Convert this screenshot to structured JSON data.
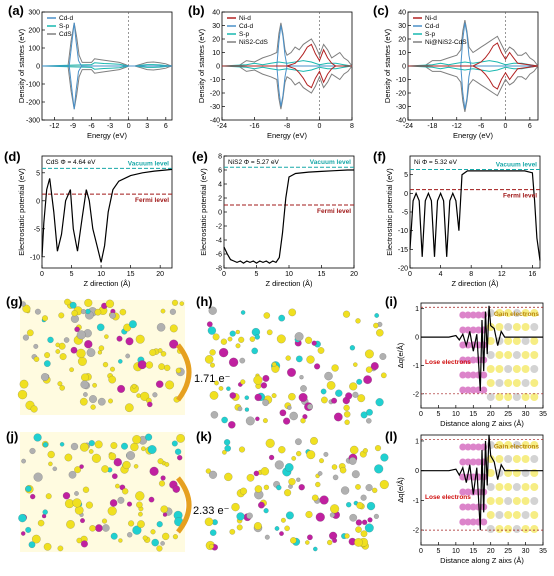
{
  "panel_labels": [
    "(a)",
    "(b)",
    "(c)",
    "(d)",
    "(e)",
    "(f)",
    "(g)",
    "(h)",
    "(i)",
    "(j)",
    "(k)",
    "(l)"
  ],
  "colors": {
    "cd_d": "#4a90c8",
    "s_p": "#19b8b0",
    "total": "#7f7f7f",
    "ni_d": "#b22222",
    "vacuum": "#18a8a8",
    "fermi": "#a01818",
    "charge_yellow": "#f0e020",
    "charge_cyan": "#20d0d0",
    "atom_s": "#f0e020",
    "atom_cd": "#b0b0b0",
    "atom_ni": "#c020a0"
  },
  "chart_data": [
    {
      "type": "line",
      "panel": "(a)",
      "xlabel": "Energy (eV)",
      "ylabel": "Density of startes (eV)",
      "xlim": [
        -14,
        7
      ],
      "ylim": [
        -300,
        300
      ],
      "xticks": [
        -12,
        -9,
        -6,
        -3,
        0,
        3,
        6
      ],
      "yticks": [
        -300,
        -200,
        -100,
        0,
        100,
        200,
        300
      ],
      "legend": [
        "Cd-d",
        "S-p",
        "CdS"
      ],
      "series": [
        {
          "name": "Cd-d",
          "color": "#4a90c8",
          "x": [
            -14,
            -9.6,
            -9.1,
            -8.8,
            -8.5,
            -8.1,
            -7.6,
            -6,
            -3,
            -2,
            -1,
            0,
            1,
            2,
            3,
            4,
            5,
            6,
            7
          ],
          "y": [
            0,
            0,
            150,
            240,
            140,
            30,
            0,
            0,
            0,
            0,
            0,
            0,
            0,
            0,
            0,
            0,
            0,
            0,
            0
          ]
        },
        {
          "name": "S-p",
          "color": "#19b8b0",
          "x": [
            -14,
            -9,
            -6,
            -5.5,
            -4,
            -3,
            -1.5,
            0,
            1,
            2,
            3,
            4,
            5,
            6,
            7
          ],
          "y": [
            0,
            5,
            8,
            18,
            14,
            12,
            10,
            0,
            0,
            4,
            8,
            8,
            6,
            3,
            0
          ]
        },
        {
          "name": "CdS",
          "color": "#7f7f7f",
          "x": [
            -14,
            -9.8,
            -9.3,
            -8.8,
            -8.4,
            -8,
            -7.5,
            -6,
            -5.5,
            -4.5,
            -3.5,
            -2.5,
            -1.5,
            -0.5,
            0,
            1,
            2,
            3,
            4,
            5,
            6,
            6.5,
            7
          ],
          "y": [
            0,
            0,
            140,
            240,
            160,
            60,
            20,
            20,
            40,
            35,
            30,
            25,
            20,
            8,
            0,
            0,
            10,
            20,
            22,
            18,
            12,
            5,
            0
          ]
        }
      ]
    },
    {
      "type": "line",
      "panel": "(b)",
      "xlabel": "Energy (eV)",
      "ylabel": "Density of startes (eV)",
      "xlim": [
        -24,
        8
      ],
      "ylim": [
        -40,
        40
      ],
      "xticks": [
        -24,
        -16,
        -8,
        0,
        8
      ],
      "yticks": [
        -40,
        -30,
        -20,
        -10,
        0,
        10,
        20,
        30,
        40
      ],
      "legend": [
        "Ni-d",
        "Cd-d",
        "S-p",
        "NiS2-CdS"
      ],
      "series": [
        {
          "name": "Ni-d",
          "color": "#b22222",
          "x": [
            -24,
            -8,
            -6,
            -5,
            -4,
            -3,
            -2,
            -1,
            0,
            1,
            2,
            3,
            4,
            8
          ],
          "y": [
            0,
            0,
            2,
            5,
            9,
            14,
            16,
            9,
            4,
            12,
            6,
            2,
            0,
            0
          ]
        },
        {
          "name": "Cd-d",
          "color": "#4a90c8",
          "x": [
            -24,
            -10.5,
            -10,
            -9.5,
            -9,
            -8.5,
            -8,
            8
          ],
          "y": [
            0,
            0,
            18,
            30,
            22,
            8,
            0,
            0
          ]
        },
        {
          "name": "S-p",
          "color": "#19b8b0",
          "x": [
            -24,
            -18,
            -16,
            -14,
            -12,
            -10,
            -8,
            -6,
            -4,
            -2,
            0,
            2,
            4,
            6,
            8
          ],
          "y": [
            0,
            1,
            2,
            1,
            2,
            3,
            2,
            3,
            4,
            3,
            1,
            2,
            2,
            1,
            0
          ]
        },
        {
          "name": "NiS2-CdS",
          "color": "#7f7f7f",
          "x": [
            -24,
            -20,
            -18,
            -16,
            -14,
            -12,
            -10.5,
            -10,
            -9.5,
            -9,
            -8.5,
            -8,
            -7,
            -6,
            -5,
            -4,
            -3,
            -2,
            -1,
            0,
            1,
            2,
            3,
            4,
            5,
            6,
            7,
            8
          ],
          "y": [
            0,
            0,
            4,
            3,
            6,
            8,
            10,
            24,
            32,
            24,
            12,
            8,
            10,
            14,
            12,
            16,
            18,
            20,
            15,
            8,
            16,
            12,
            6,
            8,
            10,
            6,
            4,
            0
          ]
        }
      ]
    },
    {
      "type": "line",
      "panel": "(c)",
      "xlabel": "Energy (eV)",
      "ylabel": "Density of startes (eV)",
      "xlim": [
        -24,
        8
      ],
      "ylim": [
        -40,
        40
      ],
      "xticks": [
        -24,
        -18,
        -12,
        -6,
        0,
        6
      ],
      "yticks": [
        -40,
        -30,
        -20,
        -10,
        0,
        10,
        20,
        30,
        40
      ],
      "legend": [
        "Ni-d",
        "Cd-d",
        "S-p",
        "Ni@NiS2-CdS"
      ],
      "series": [
        {
          "name": "Ni-d",
          "color": "#b22222",
          "x": [
            -24,
            -8,
            -6,
            -5,
            -4,
            -3,
            -2,
            -1,
            0,
            1,
            2,
            3,
            8
          ],
          "y": [
            0,
            0,
            3,
            6,
            10,
            15,
            17,
            10,
            5,
            10,
            6,
            2,
            0
          ]
        },
        {
          "name": "Cd-d",
          "color": "#4a90c8",
          "x": [
            -24,
            -11,
            -10.5,
            -10,
            -9.5,
            -9,
            -8.5,
            8
          ],
          "y": [
            0,
            0,
            20,
            32,
            24,
            8,
            0,
            0
          ]
        },
        {
          "name": "S-p",
          "color": "#19b8b0",
          "x": [
            -24,
            -18,
            -16,
            -14,
            -12,
            -10,
            -8,
            -6,
            -4,
            -2,
            0,
            2,
            4,
            6,
            8
          ],
          "y": [
            0,
            1,
            2,
            1,
            2,
            3,
            2,
            3,
            4,
            3,
            1,
            2,
            2,
            1,
            0
          ]
        },
        {
          "name": "Ni@NiS2-CdS",
          "color": "#7f7f7f",
          "x": [
            -24,
            -20,
            -18,
            -16,
            -14,
            -12,
            -11,
            -10.5,
            -10,
            -9.5,
            -9,
            -8,
            -7,
            -6,
            -5,
            -4,
            -3,
            -2,
            -1,
            0,
            1,
            2,
            3,
            4,
            5,
            6,
            7,
            8
          ],
          "y": [
            0,
            0,
            4,
            4,
            6,
            8,
            12,
            26,
            34,
            26,
            14,
            10,
            12,
            14,
            16,
            18,
            20,
            22,
            16,
            10,
            14,
            12,
            8,
            8,
            10,
            6,
            4,
            0
          ]
        }
      ]
    },
    {
      "type": "line",
      "panel": "(d)",
      "title": "CdS",
      "work_function": "Φ = 4.64 eV",
      "xlabel": "Z direction (Å)",
      "ylabel": "Electrostatic potential (eV)",
      "xlim": [
        0,
        22
      ],
      "ylim": [
        -12,
        8
      ],
      "xticks": [
        0,
        5,
        10,
        15,
        20
      ],
      "yticks": [
        -10,
        -5,
        0,
        5
      ],
      "vacuum_level": 5.8,
      "fermi_level": 1.2,
      "vacuum_label": "Vacuum level",
      "fermi_label": "Fermi level",
      "x": [
        0,
        0.3,
        0.8,
        1.3,
        2,
        2.6,
        3.3,
        4,
        4.8,
        5.3,
        6,
        6.8,
        7.5,
        8,
        8.6,
        9.3,
        10,
        10.6,
        11.2,
        12,
        13,
        15,
        17,
        19,
        21,
        22
      ],
      "y": [
        -10,
        -4,
        2,
        4,
        -2,
        -9,
        -6,
        0,
        2,
        -5,
        -9,
        -3,
        2,
        0,
        -5,
        -8,
        -11,
        -8,
        -2,
        2,
        3.5,
        4.5,
        5,
        5.3,
        5.5,
        5.6
      ]
    },
    {
      "type": "line",
      "panel": "(e)",
      "title": "NiS2",
      "work_function": "Φ = 5.27 eV",
      "xlabel": "Z direction (Å)",
      "ylabel": "Electrostatic potential (eV)",
      "xlim": [
        0,
        20
      ],
      "ylim": [
        -8,
        8
      ],
      "xticks": [
        0,
        5,
        10,
        15,
        20
      ],
      "yticks": [
        -8,
        -6,
        -4,
        -2,
        0,
        2,
        4,
        6,
        8
      ],
      "vacuum_level": 6.4,
      "fermi_level": 1.0,
      "vacuum_label": "Vacuum level",
      "fermi_label": "Fermi level",
      "x": [
        0,
        0.5,
        1,
        1.5,
        2,
        2.5,
        3,
        3.5,
        4,
        4.5,
        5,
        5.5,
        6,
        6.5,
        7,
        7.5,
        8,
        8.5,
        9,
        9.5,
        10,
        11,
        13,
        15,
        17,
        19,
        20
      ],
      "y": [
        -5,
        -6,
        -6.8,
        -7,
        -7.2,
        -7,
        -7.3,
        -7,
        -7.2,
        -7,
        -7.3,
        -7,
        -7.2,
        -7,
        -7.3,
        -7,
        -7.2,
        -6.5,
        -3,
        2,
        5,
        5.5,
        5.7,
        5.8,
        5.9,
        6,
        6
      ]
    },
    {
      "type": "line",
      "panel": "(f)",
      "title": "Ni",
      "work_function": "Φ = 5.32 eV",
      "xlabel": "Z direction (Å)",
      "ylabel": "Electrostatic potential (eV)",
      "xlim": [
        0,
        17
      ],
      "ylim": [
        -20,
        10
      ],
      "xticks": [
        0,
        4,
        8,
        12,
        16
      ],
      "yticks": [
        -20,
        -15,
        -10,
        -5,
        0,
        5
      ],
      "vacuum_level": 6.4,
      "fermi_level": 1.0,
      "vacuum_label": "Vacuum level",
      "fermi_label": "Fermi level",
      "x": [
        0,
        0.4,
        0.8,
        1.2,
        1.6,
        2,
        2.4,
        2.8,
        3.2,
        3.6,
        4,
        4.4,
        4.8,
        5.2,
        5.6,
        6,
        6.4,
        6.8,
        7.5,
        10,
        13,
        15,
        16,
        16.3,
        16.6,
        17
      ],
      "y": [
        -15,
        -2,
        0,
        -2,
        -17,
        -2,
        0,
        -2,
        -17,
        -2,
        0,
        -2,
        -17,
        -2,
        0,
        -2,
        -10,
        5,
        6,
        6,
        6,
        6,
        5.5,
        -2,
        -12,
        -18
      ]
    },
    {
      "type": "line",
      "panel": "(i)",
      "xlabel": "Distance along Z aixs (Å)",
      "ylabel": "Δq(e/Å)",
      "xlim": [
        0,
        35
      ],
      "ylim": [
        -2.5,
        1.2
      ],
      "xticks": [
        0,
        5,
        10,
        15,
        20,
        25,
        30,
        35
      ],
      "yticks": [
        -2,
        -1,
        0,
        1
      ],
      "annotations": [
        "Gain electrons",
        "Lose electrons"
      ],
      "x": [
        0,
        8,
        10,
        11,
        12,
        13,
        14,
        15,
        16,
        17,
        17.5,
        18,
        18.5,
        19,
        19.5,
        20,
        21,
        22,
        23,
        24,
        26,
        30,
        35
      ],
      "y": [
        0,
        0,
        0.05,
        -0.1,
        0.1,
        -0.3,
        0.2,
        -0.5,
        0.1,
        -1.9,
        0.6,
        -1.2,
        0.9,
        -0.6,
        1.1,
        0.4,
        0.3,
        -0.3,
        0.2,
        0,
        0,
        0,
        0
      ]
    },
    {
      "type": "line",
      "panel": "(l)",
      "xlabel": "Distance along Z aixs (Å)",
      "ylabel": "Δq(e/Å)",
      "xlim": [
        0,
        35
      ],
      "ylim": [
        -2.5,
        1.2
      ],
      "xticks": [
        0,
        5,
        10,
        15,
        20,
        25,
        30,
        35
      ],
      "yticks": [
        -2,
        -1,
        0,
        1
      ],
      "annotations": [
        "Gain electrons",
        "Lose electrons"
      ],
      "x": [
        0,
        8,
        10,
        11,
        12,
        13,
        14,
        15,
        16,
        17,
        17.5,
        18,
        18.5,
        19,
        19.5,
        20,
        21,
        22,
        23,
        24,
        26,
        30,
        35
      ],
      "y": [
        0,
        0,
        0.05,
        -0.15,
        0.1,
        -0.4,
        0.2,
        -0.8,
        0.1,
        -2.0,
        0.7,
        -1.4,
        1.0,
        -0.5,
        1.2,
        0.5,
        0.3,
        -0.3,
        0.2,
        0,
        0,
        0,
        0
      ]
    }
  ],
  "transfer_labels": {
    "g": "1.71 e⁻",
    "j": "2.33 e⁻"
  }
}
